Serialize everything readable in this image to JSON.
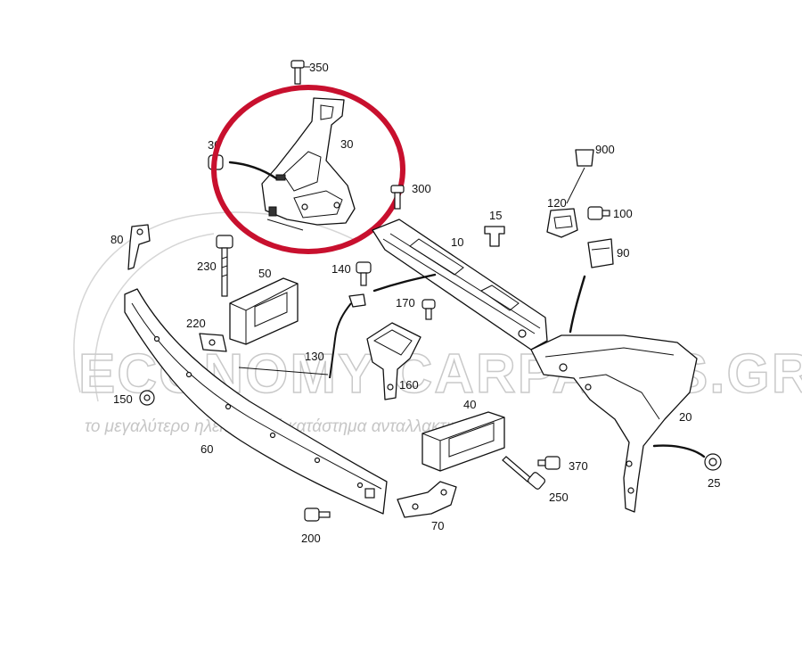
{
  "watermark": {
    "brand": "ECONOMY CARPARTS.GR",
    "tagline": "το μεγαλύτερο ηλεκτρονικό κατάστημα ανταλλακτικών"
  },
  "highlight": {
    "color": "#c8102e",
    "target_part": "30"
  },
  "labels": {
    "p350": "350",
    "p30a": "30",
    "p30b": "30",
    "p300": "300",
    "p900": "900",
    "p120": "120",
    "p100": "100",
    "p90": "90",
    "p15": "15",
    "p10": "10",
    "p80": "80",
    "p230": "230",
    "p50": "50",
    "p140": "140",
    "p170": "170",
    "p220": "220",
    "p130": "130",
    "p160": "160",
    "p150": "150",
    "p60": "60",
    "p40": "40",
    "p370": "370",
    "p250": "250",
    "p20": "20",
    "p25": "25",
    "p70": "70",
    "p200": "200"
  }
}
